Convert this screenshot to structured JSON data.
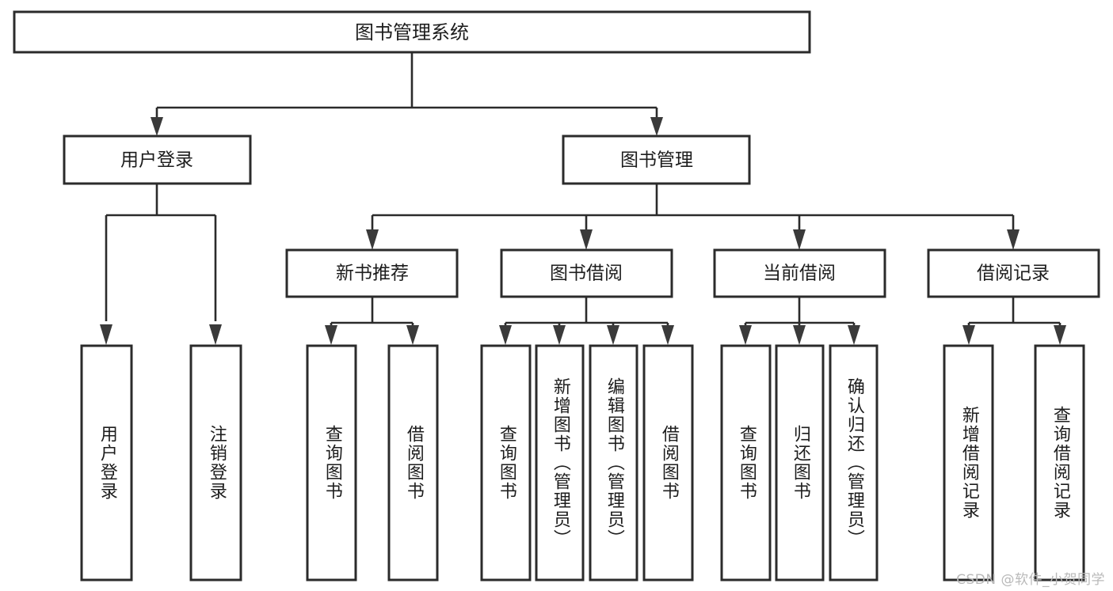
{
  "diagram": {
    "title": "图书管理系统",
    "type": "function-tree",
    "colors": {
      "box_stroke": "#2b2b2b",
      "box_fill": "#ffffff",
      "connector": "#2b2b2b",
      "text": "#1d1d1d",
      "watermark": "#b9b9b9"
    },
    "root": {
      "label": "图书管理系统"
    },
    "level2": [
      {
        "label": "用户登录"
      },
      {
        "label": "图书管理"
      }
    ],
    "level3": [
      {
        "label": "新书推荐"
      },
      {
        "label": "图书借阅"
      },
      {
        "label": "当前借阅"
      },
      {
        "label": "借阅记录"
      }
    ],
    "leaves": {
      "user_login": [
        {
          "label": "用户登录"
        },
        {
          "label": "注销登录"
        }
      ],
      "new_book_recommend": [
        {
          "label": "查询图书"
        },
        {
          "label": "借阅图书"
        }
      ],
      "book_borrow": [
        {
          "label": "查询图书"
        },
        {
          "label": "新增图书（管理员）"
        },
        {
          "label": "编辑图书（管理员）"
        },
        {
          "label": "借阅图书"
        }
      ],
      "current_borrow": [
        {
          "label": "查询图书"
        },
        {
          "label": "归还图书"
        },
        {
          "label": "确认归还（管理员）"
        }
      ],
      "borrow_record": [
        {
          "label": "新增借阅记录"
        },
        {
          "label": "查询借阅记录"
        }
      ]
    },
    "watermark": "CSDN @软件_小贺同学"
  }
}
